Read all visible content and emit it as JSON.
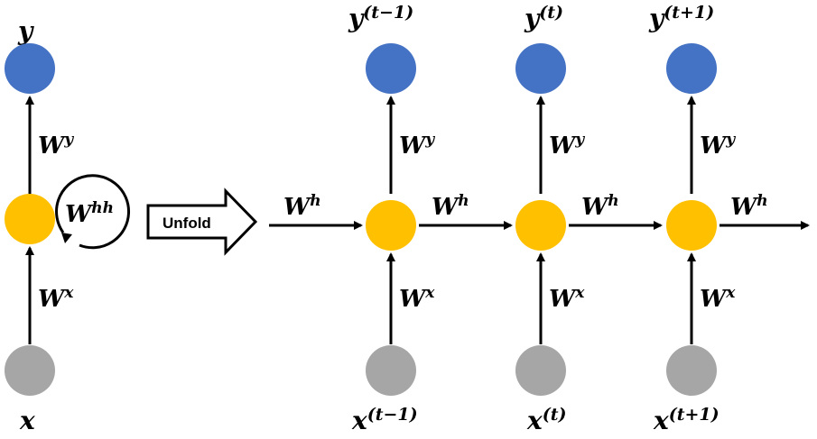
{
  "folded": {
    "output_label": "y",
    "input_label": "x",
    "weight_output": "W",
    "weight_output_sup": "y",
    "weight_input": "W",
    "weight_input_sup": "x",
    "weight_recurrent": "W",
    "weight_recurrent_sup": "hh"
  },
  "unfold_label": "Unfold",
  "unrolled": {
    "incoming_weight": "W",
    "incoming_weight_sup": "h",
    "steps": [
      {
        "output_label": "y",
        "output_sup": "(t−1)",
        "input_label": "x",
        "input_sup": "(t−1)",
        "weight_output": "W",
        "weight_output_sup": "y",
        "weight_input": "W",
        "weight_input_sup": "x",
        "weight_hidden": "W",
        "weight_hidden_sup": "h"
      },
      {
        "output_label": "y",
        "output_sup": "(t)",
        "input_label": "x",
        "input_sup": "(t)",
        "weight_output": "W",
        "weight_output_sup": "y",
        "weight_input": "W",
        "weight_input_sup": "x",
        "weight_hidden": "W",
        "weight_hidden_sup": "h"
      },
      {
        "output_label": "y",
        "output_sup": "(t+1)",
        "input_label": "x",
        "input_sup": "(t+1)",
        "weight_output": "W",
        "weight_output_sup": "y",
        "weight_input": "W",
        "weight_input_sup": "x",
        "weight_hidden": "W",
        "weight_hidden_sup": "h"
      }
    ]
  },
  "colors": {
    "output_node": "#4472C4",
    "hidden_node": "#FFC000",
    "input_node": "#A6A6A6",
    "arrows": "#000000"
  }
}
